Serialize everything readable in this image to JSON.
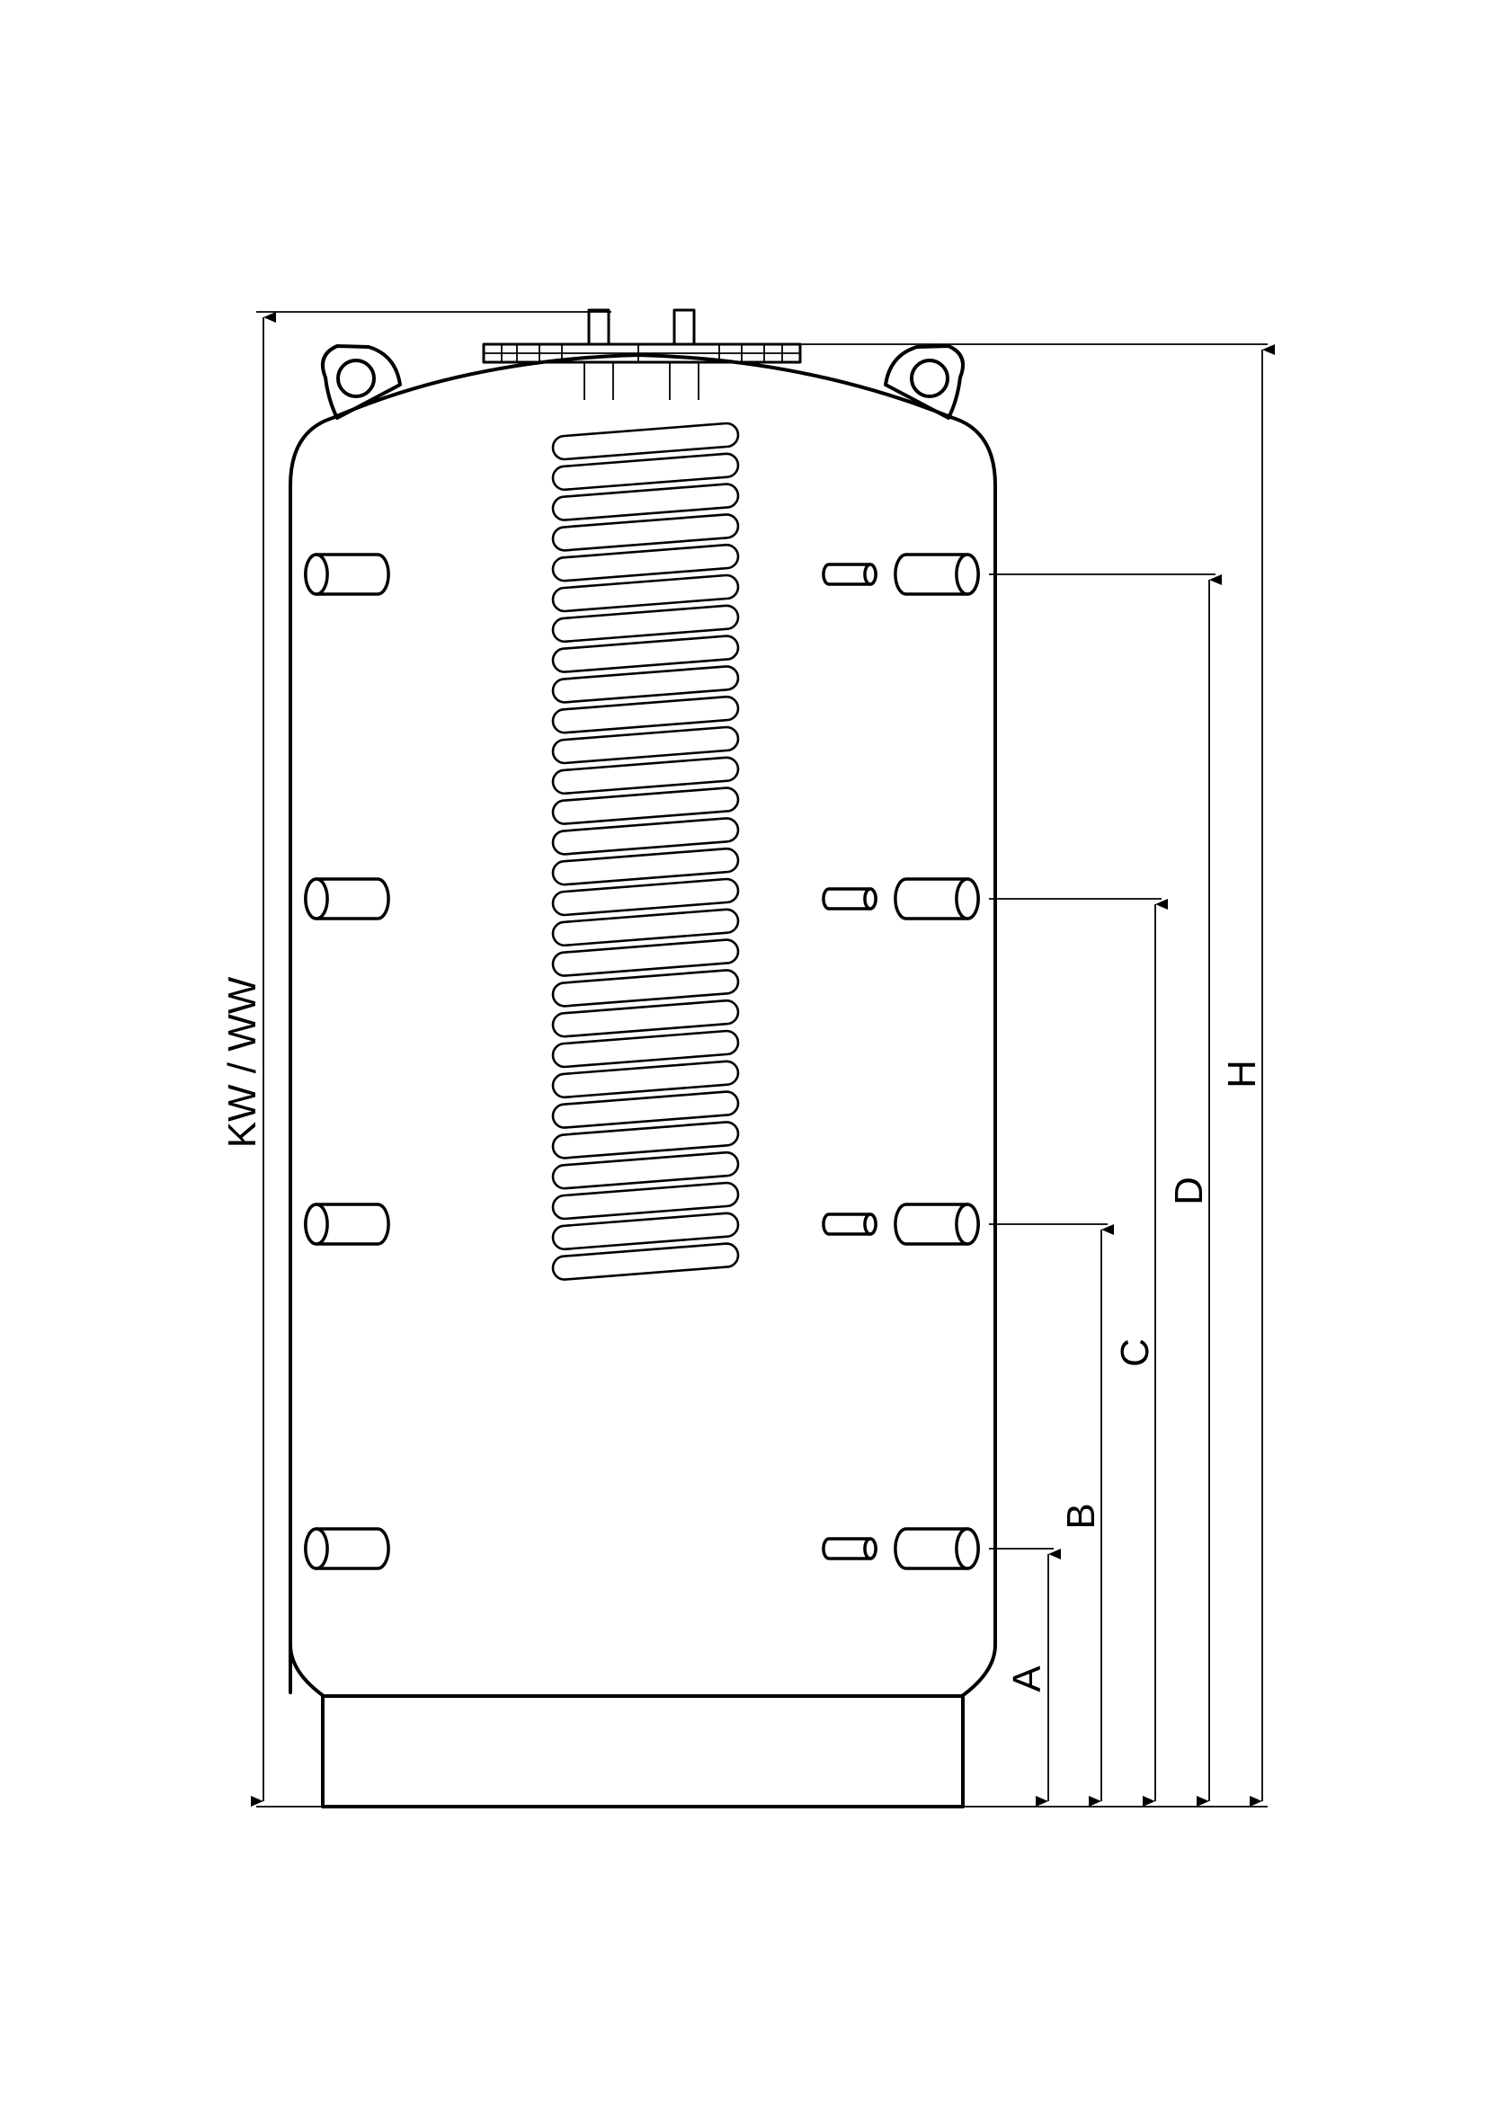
{
  "labels": {
    "height_total": "KW / WW",
    "dim_a": "A",
    "dim_b": "B",
    "dim_c": "C",
    "dim_d": "D",
    "dim_h": "H"
  },
  "colors": {
    "line": "#000000",
    "background": "#ffffff"
  }
}
